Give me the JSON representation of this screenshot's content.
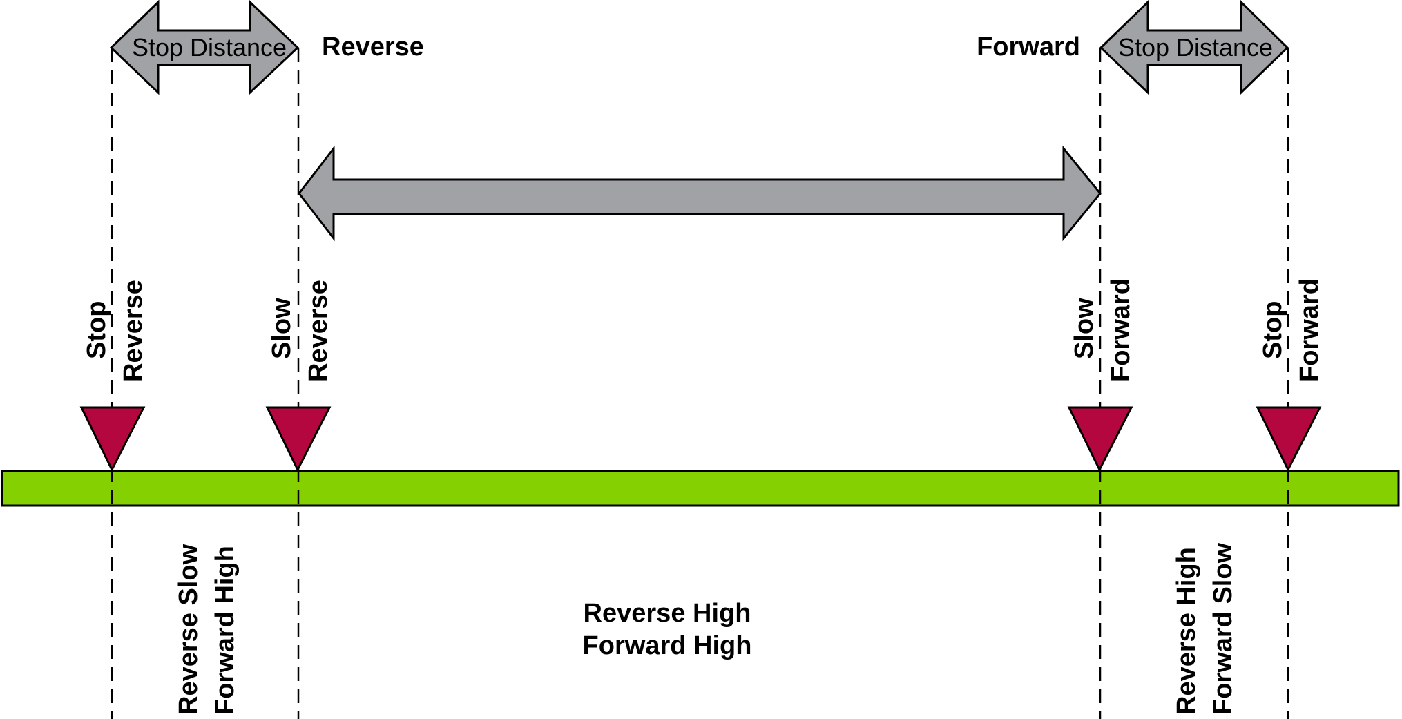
{
  "top": {
    "stop_distance_left": "Stop Distance",
    "stop_distance_right": "Stop Distance",
    "reverse": "Reverse",
    "forward": "Forward"
  },
  "markers": [
    {
      "line1": "Stop",
      "line2": "Reverse"
    },
    {
      "line1": "Slow",
      "line2": "Reverse"
    },
    {
      "line1": "Slow",
      "line2": "Forward"
    },
    {
      "line1": "Stop",
      "line2": "Forward"
    }
  ],
  "zones": {
    "left": {
      "line1": "Reverse Slow",
      "line2": "Forward High"
    },
    "center": {
      "line1": "Reverse High",
      "line2": "Forward High"
    },
    "right": {
      "line1": "Reverse High",
      "line2": "Forward Slow"
    }
  },
  "colors": {
    "track": "#84D000",
    "marker": "#B5073F",
    "arrow": "#A0A2A5",
    "stroke": "#000000"
  }
}
